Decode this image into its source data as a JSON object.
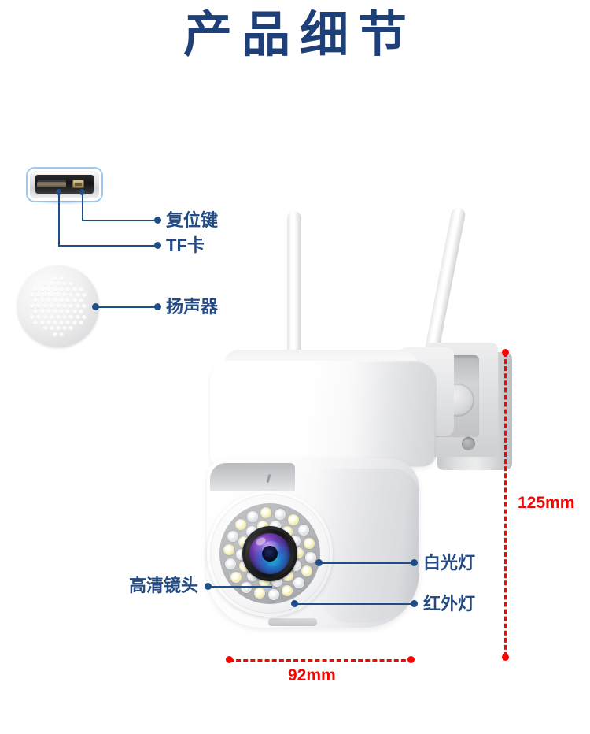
{
  "page": {
    "title": "产品细节",
    "background": "#ffffff",
    "accent_blue": "#1e4079",
    "callout_blue": "#234a82",
    "dimension_red": "#ff0000"
  },
  "callouts": [
    {
      "id": "reset",
      "label": "复位键",
      "target": "reset-button-on-port-module"
    },
    {
      "id": "tf",
      "label": "TF卡",
      "target": "tf-card-slot-on-port-module"
    },
    {
      "id": "speaker",
      "label": "扬声器",
      "target": "speaker-grille"
    },
    {
      "id": "lens",
      "label": "高清镜头",
      "target": "camera-lens"
    },
    {
      "id": "white_led",
      "label": "白光灯",
      "target": "white-light-led"
    },
    {
      "id": "ir_led",
      "label": "红外灯",
      "target": "infrared-led"
    }
  ],
  "dimensions": {
    "height": "125mm",
    "width": "92mm"
  },
  "product": {
    "type": "ptz-wifi-camera",
    "antennas": 2,
    "led_ring": {
      "outer_count": 18,
      "inner_count": 14
    }
  }
}
